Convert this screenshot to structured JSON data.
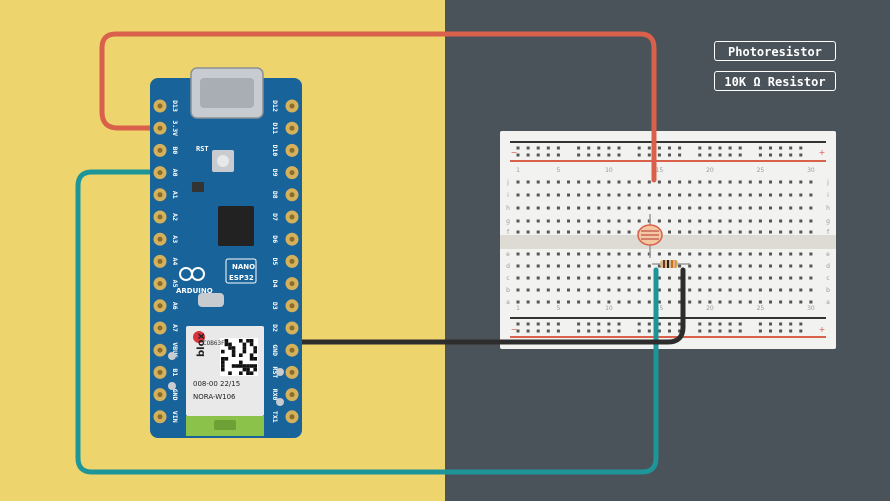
{
  "legend": {
    "photoresistor": "Photoresistor",
    "resistor": "10K Ω Resistor"
  },
  "board": {
    "brand": "ARDUINO",
    "model_line1": "NANO",
    "model_line2": "ESP32",
    "rst_label": "RST",
    "module_code1": "COB63F",
    "module_code2": "008-00 22/15",
    "module_name": "NORA-W106",
    "module_brand": "blox",
    "left_pins": [
      "D13",
      "3.3V",
      "B0",
      "A0",
      "A1",
      "A2",
      "A3",
      "A4",
      "A5",
      "A6",
      "A7",
      "VBUS",
      "B1",
      "GND",
      "VIN"
    ],
    "right_pins": [
      "D12",
      "D11",
      "D10",
      "D9",
      "D8",
      "D7",
      "D6",
      "D5",
      "D4",
      "D3",
      "D2",
      "GND",
      "RST",
      "RX0",
      "TX1"
    ]
  },
  "breadboard": {
    "columns": [
      "1",
      "",
      "",
      "",
      "5",
      "",
      "",
      "",
      "",
      "10",
      "",
      "",
      "",
      "",
      "15",
      "",
      "",
      "",
      "",
      "20",
      "",
      "",
      "",
      "",
      "25",
      "",
      "",
      "",
      "",
      "30"
    ],
    "rows_top": [
      "j",
      "i",
      "h",
      "g",
      "f"
    ],
    "rows_bottom": [
      "e",
      "d",
      "c",
      "b",
      "a"
    ]
  },
  "colors": {
    "wire_red": "#D9604A",
    "wire_teal": "#1E9699",
    "wire_black": "#2D2D2D",
    "board_blue": "#17639A",
    "pin_gold": "#D4B15A"
  }
}
